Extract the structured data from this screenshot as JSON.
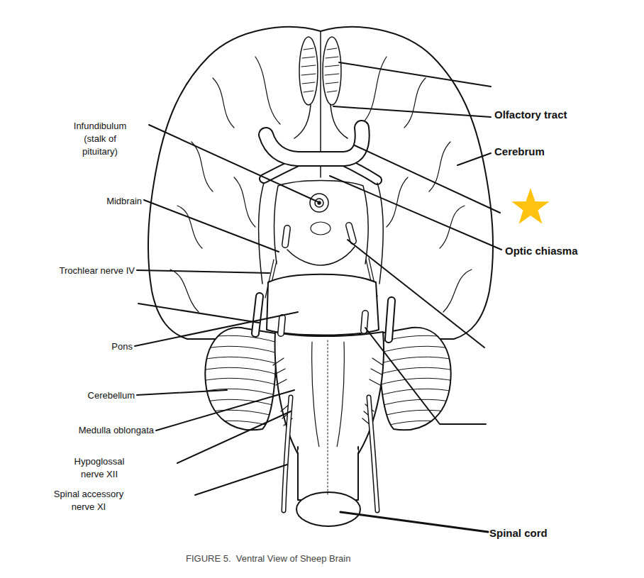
{
  "diagram": {
    "caption": "FIGURE 5.  Ventral View of Sheep Brain",
    "labels": [
      "Infundibulum (stalk of pituitary)",
      "Olfactory tract",
      "Cerebrum",
      "Midbrain",
      "Optic chiasma",
      "Trochlear nerve IV",
      "Pons",
      "Cerebellum",
      "Medulla oblongata",
      "Hypoglossal nerve XII",
      "Spinal accessory nerve XI",
      "Spinal cord"
    ]
  }
}
